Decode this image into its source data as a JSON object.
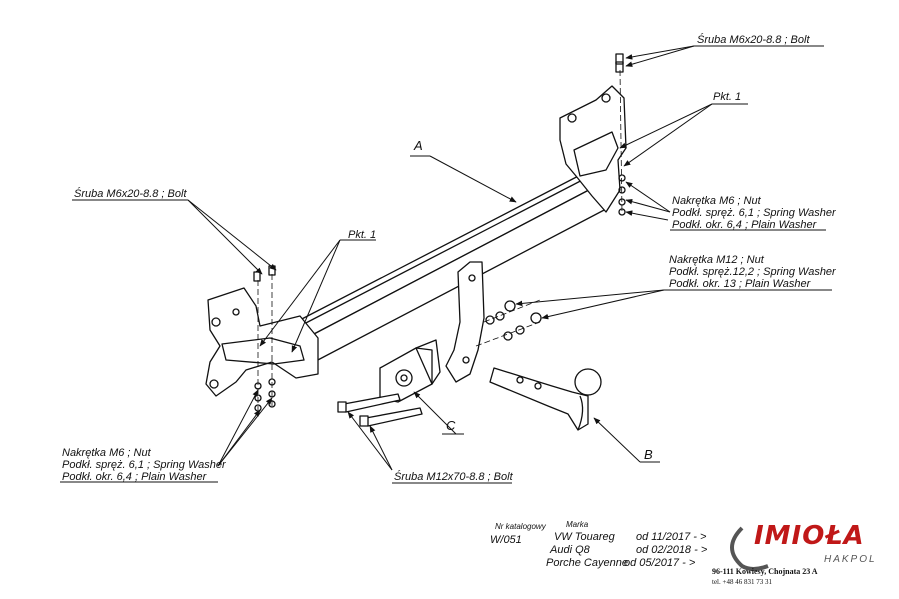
{
  "labels": {
    "bolt_top_right": "Śruba M6x20-8.8 ;  Bolt",
    "pkt1_right": "Pkt. 1",
    "nut_m6_right": "Nakrętka  M6 ; Nut",
    "spring_washer_61_right": "Podkł. spręż. 6,1 ; Spring Washer",
    "plain_washer_64_right": "Podkł. okr.  6,4 ; Plain Washer",
    "nut_m12": "Nakrętka  M12 ; Nut",
    "spring_washer_122": "Podkł. spręż.12,2 ; Spring Washer",
    "plain_washer_13": "Podkł. okr. 13 ; Plain Washer",
    "bolt_left": "Śruba M6x20-8.8 ;  Bolt",
    "pkt1_left": "Pkt. 1",
    "nut_m6_left": "Nakrętka  M6 ; Nut",
    "spring_washer_61_left": "Podkł. spręż. 6,1 ; Spring Washer",
    "plain_washer_64_left": "Podkł. okr.  6,4 ; Plain Washer",
    "bolt_m12": "Śruba M12x70-8.8 ;  Bolt",
    "part_a": "A",
    "part_b": "B",
    "part_c": "C"
  },
  "title_block": {
    "catalog_label": "Nr katalogowy",
    "catalog_number": "W/051",
    "make_label": "Marka",
    "vehicles": [
      {
        "model": "VW Touareg",
        "date": "od  11/2017 - >"
      },
      {
        "model": "Audi Q8",
        "date": "od  02/2018 - >"
      },
      {
        "model": "Porche Cayenne",
        "date": "od  05/2017 - >"
      }
    ],
    "brand": "IMIOŁA",
    "subbrand": "HAKPOL",
    "address": "96-111 Kowiesy, Chojnata 23 A",
    "phone": "tel. +48 46 831 73 31"
  },
  "colors": {
    "line": "#111111",
    "brand_red": "#c01818",
    "brand_gray": "#555555"
  }
}
